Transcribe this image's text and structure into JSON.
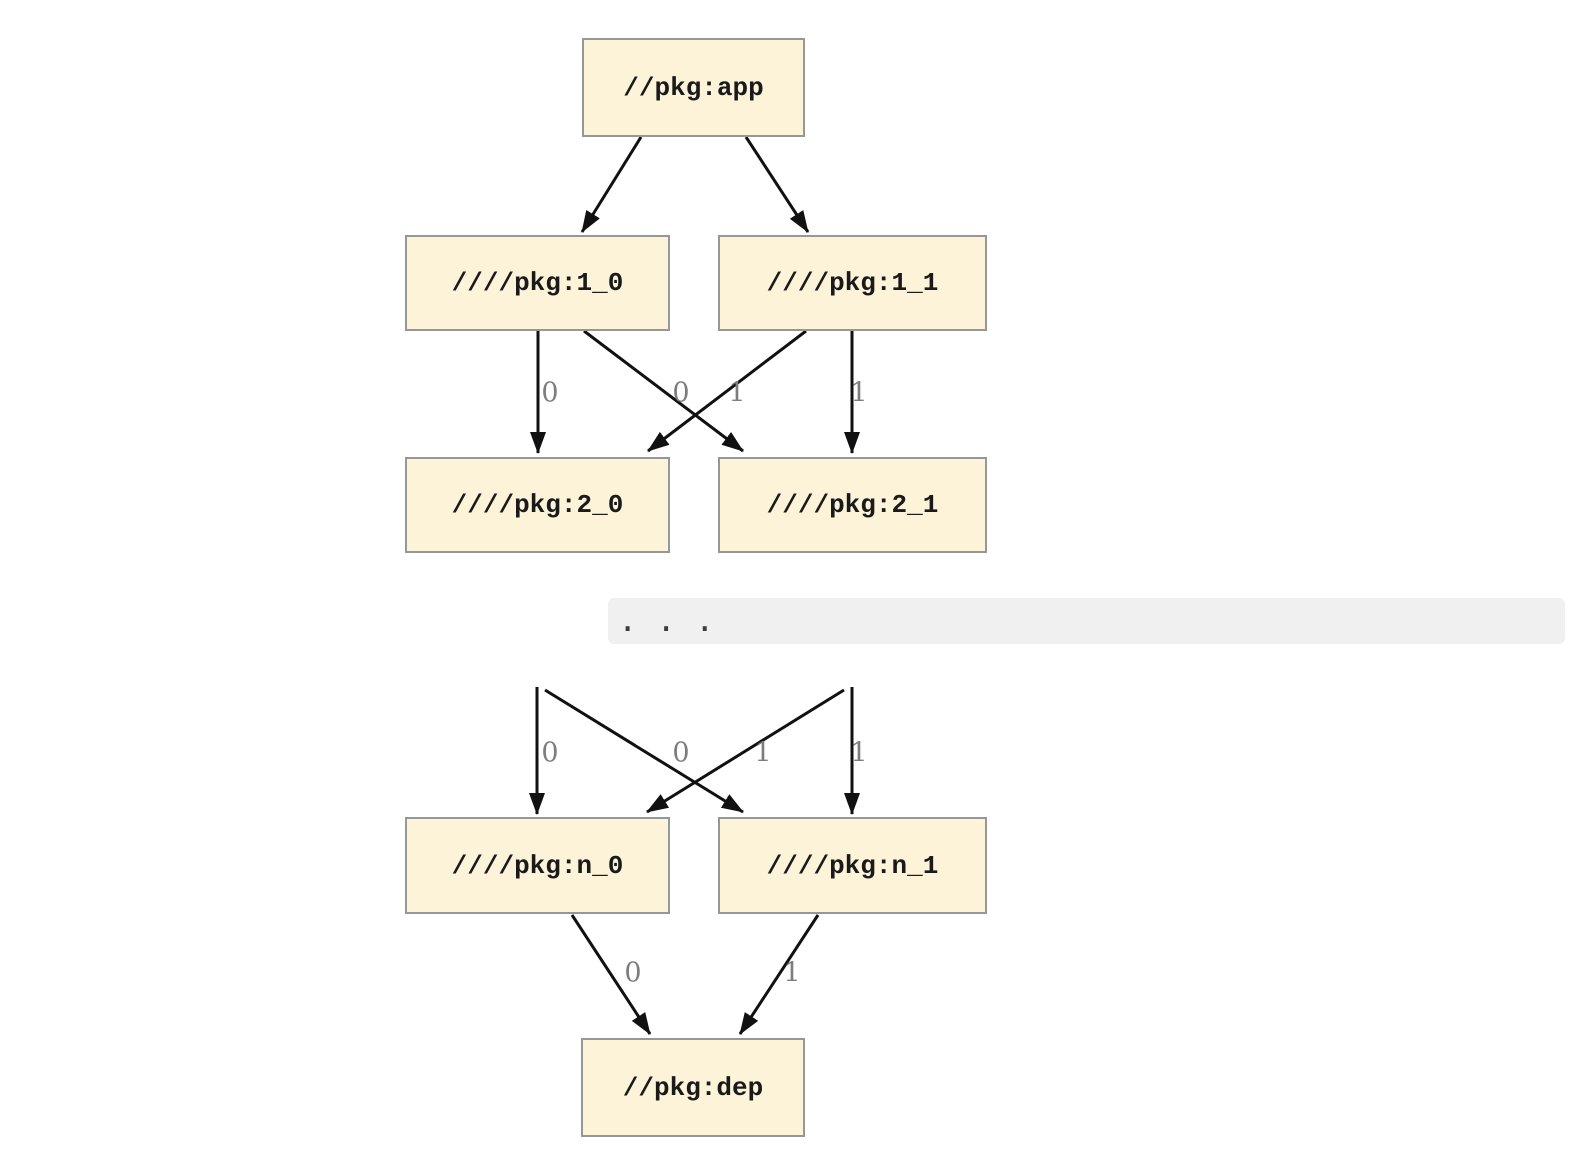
{
  "colors": {
    "background": "#ffffff",
    "node_fill": "#fcf3d8",
    "node_border": "#95989a",
    "node_text": "#1a1a1a",
    "edge": "#111111",
    "edge_label": "#7d7d7d",
    "band_bg": "#f0f0f0",
    "band_text": "#3d3d3d"
  },
  "nodes": {
    "app": {
      "label": "//pkg:app"
    },
    "n1_0": {
      "label": "////pkg:1_0"
    },
    "n1_1": {
      "label": "////pkg:1_1"
    },
    "n2_0": {
      "label": "////pkg:2_0"
    },
    "n2_1": {
      "label": "////pkg:2_1"
    },
    "nn_0": {
      "label": "////pkg:n_0"
    },
    "nn_1": {
      "label": "////pkg:n_1"
    },
    "dep": {
      "label": "//pkg:dep"
    }
  },
  "edges": {
    "app_to_1_0": {
      "label": ""
    },
    "app_to_1_1": {
      "label": ""
    },
    "l1_0_to_2_0": {
      "label": "0"
    },
    "l1_0_to_2_1": {
      "label": "1"
    },
    "l1_1_to_2_0": {
      "label": "0"
    },
    "l1_1_to_2_1": {
      "label": "1"
    },
    "dots_to_n_0": {
      "label": "0"
    },
    "dots_to_n_1_cross": {
      "label": "1"
    },
    "dots_to_n_0_cross": {
      "label": "0"
    },
    "dots_to_n_1": {
      "label": "1"
    },
    "n_0_to_dep": {
      "label": "0"
    },
    "n_1_to_dep": {
      "label": "1"
    }
  },
  "ellipsis": {
    "text": ". . ."
  }
}
